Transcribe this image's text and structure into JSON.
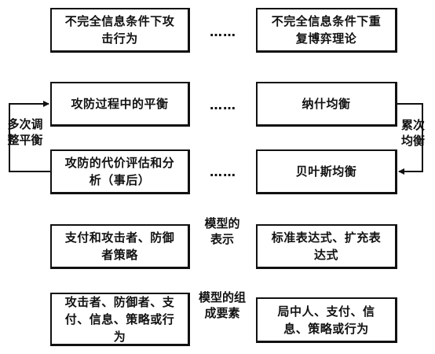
{
  "left_column": [
    {
      "lines": [
        "不完全信息条件下攻",
        "击行为"
      ]
    },
    {
      "lines": [
        "攻防过程中的平衡"
      ]
    },
    {
      "lines": [
        "攻防的代价评估和分",
        "析（事后）"
      ]
    },
    {
      "lines": [
        "支付和攻击者、防御",
        "者策略"
      ]
    },
    {
      "lines": [
        "攻击者、防御者、支",
        "付、信息、策略或行",
        "为"
      ]
    }
  ],
  "right_column": [
    {
      "lines": [
        "不完全信息条件下重",
        "复博弈理论"
      ]
    },
    {
      "lines": [
        "纳什均衡"
      ]
    },
    {
      "lines": [
        "贝叶斯均衡"
      ]
    },
    {
      "lines": [
        "标准表达式、扩充表",
        "达式"
      ]
    },
    {
      "lines": [
        "局中人、支付、信",
        "息、策略或行为"
      ]
    }
  ],
  "connector": "……",
  "side_labels": {
    "left": [
      "多次调",
      "整平衡"
    ],
    "right": [
      "累次",
      "均衡"
    ]
  },
  "middle_labels": [
    {
      "lines": [
        "模型的",
        "表示"
      ]
    },
    {
      "lines": [
        "模型的组",
        "成要素"
      ]
    }
  ]
}
